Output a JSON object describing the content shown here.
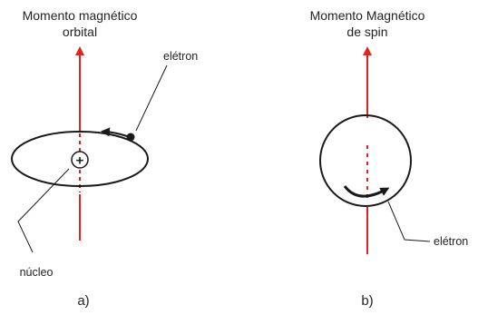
{
  "panel_a": {
    "title_line1": "Momento magnético",
    "title_line2": "orbital",
    "electron_label": "elétron",
    "nucleus_label": "núcleo",
    "nucleus_symbol": "+",
    "caption": "a)"
  },
  "panel_b": {
    "title_line1": "Momento Magnético",
    "title_line2": "de spin",
    "electron_label": "elétron",
    "caption": "b)"
  },
  "colors": {
    "vector": "#e32222",
    "lines": "#1a1a1a",
    "text": "#222222"
  }
}
